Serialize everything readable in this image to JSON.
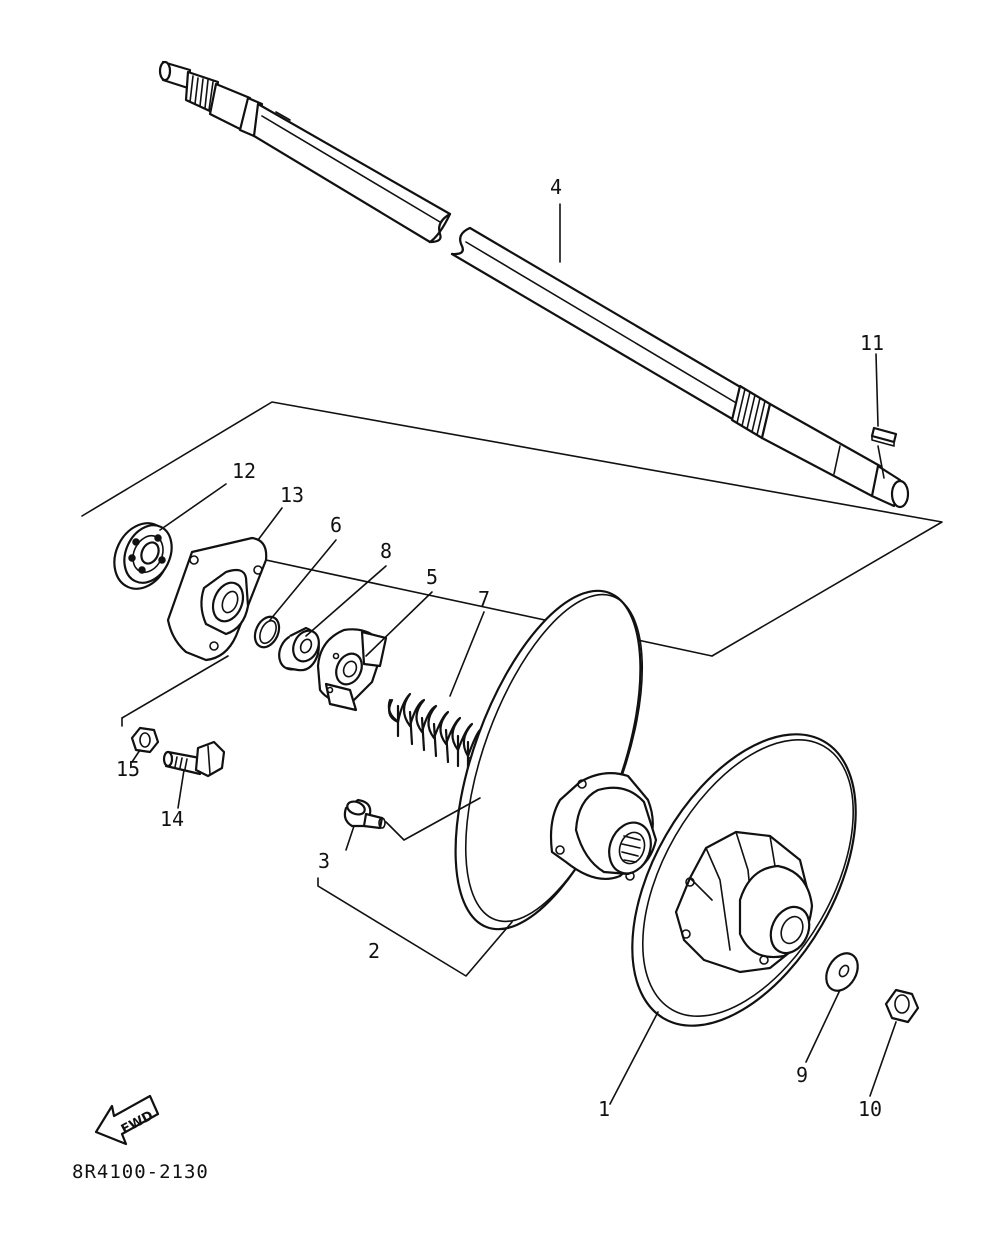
{
  "diagram": {
    "code": "8R4100-2130",
    "direction_label": "FWD",
    "parts": [
      {
        "id": "p1",
        "number": "1"
      },
      {
        "id": "p2",
        "number": "2"
      },
      {
        "id": "p3",
        "number": "3"
      },
      {
        "id": "p4",
        "number": "4"
      },
      {
        "id": "p5",
        "number": "5"
      },
      {
        "id": "p6",
        "number": "6"
      },
      {
        "id": "p7",
        "number": "7"
      },
      {
        "id": "p8",
        "number": "8"
      },
      {
        "id": "p9",
        "number": "9"
      },
      {
        "id": "p10",
        "number": "10"
      },
      {
        "id": "p11",
        "number": "11"
      },
      {
        "id": "p12",
        "number": "12"
      },
      {
        "id": "p13",
        "number": "13"
      },
      {
        "id": "p14",
        "number": "14"
      },
      {
        "id": "p15",
        "number": "15"
      }
    ]
  }
}
